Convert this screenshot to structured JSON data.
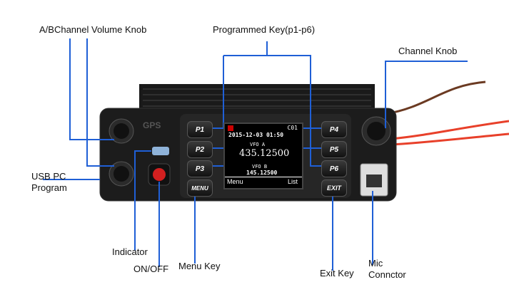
{
  "labels": {
    "volume_knob": "A/BChannel Volume Knob",
    "programmed_key": "Programmed Key(p1-p6)",
    "channel_knob": "Channel Knob",
    "usb_pc_line1": "USB PC",
    "usb_pc_line2": "Program",
    "indicator": "Indicator",
    "on_off": "ON/OFF",
    "menu_key": "Menu Key",
    "exit_key": "Exit Key",
    "mic_line1": "Mic",
    "mic_line2": "Connctor"
  },
  "keys": {
    "p1": "P1",
    "p2": "P2",
    "p3": "P3",
    "p4": "P4",
    "p5": "P5",
    "p6": "P6",
    "menu": "MENU",
    "exit": "EXIT"
  },
  "screen": {
    "channel": "C01",
    "date": "2015-12-03 01:50",
    "vfo_a_label": "VFO A",
    "vfo_a_freq": "435.12500",
    "vfo_b_label": "VFO B",
    "vfo_b_freq": "145.12500",
    "softkey_left": "Menu",
    "softkey_right": "List"
  },
  "colors": {
    "line": "#1f5fd6",
    "accent_red": "#d32020"
  }
}
